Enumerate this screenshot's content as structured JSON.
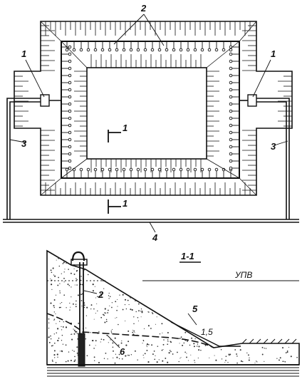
{
  "plan": {
    "label_wellpoints_left": "1",
    "label_wellpoints_right": "1",
    "label_ring": "2",
    "label_pipe_left": "3",
    "label_pipe_right": "3",
    "label_collector": "4",
    "section_mark_top": "1",
    "section_mark_bottom": "1"
  },
  "section": {
    "title": "1-1",
    "water_level": "УПВ",
    "label_wellpoint": "2",
    "label_slope_cover": "5",
    "label_slope_ratio": "1,5",
    "label_depression": "6"
  }
}
